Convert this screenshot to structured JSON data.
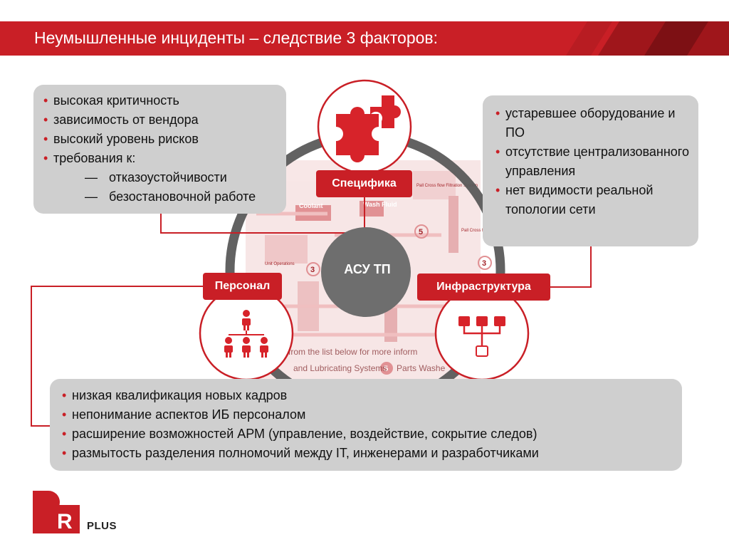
{
  "slide": {
    "title": "Неумышленные инциденты – следствие 3 факторов:"
  },
  "colors": {
    "accent": "#c91f26",
    "box_fill": "#cfcfcf",
    "ring": "#5a5a5a",
    "center": "#6e6e6e"
  },
  "center": {
    "label": "АСУ ТП"
  },
  "factors": {
    "specifics": {
      "label": "Специфика",
      "icon": "puzzle-icon",
      "items": [
        "высокая критичность",
        "зависимость от вендора",
        "высокий уровень рисков",
        "требования к:"
      ],
      "subitems": [
        "отказоустойчивости",
        "безостановочной работе"
      ]
    },
    "infrastructure": {
      "label": "Инфраструктура",
      "icon": "network-icon",
      "items": [
        "устаревшее оборудование и ПО",
        "отсутствие централизованного управления",
        "нет видимости реальной топологии сети"
      ]
    },
    "personnel": {
      "label": "Персонал",
      "icon": "people-icon",
      "items": [
        "низкая квалификация новых кадров",
        "непонимание аспектов ИБ персоналом",
        "расширение возможностей АРМ (управление, воздействие, сокрытие следов)",
        "размытость разделения полномочий между IT, инженерами и разработчиками"
      ]
    }
  },
  "background_image": {
    "labels": [
      "Coolant",
      "Wash Fluid",
      "Pall Cross flow Filtration System",
      "Unit Operations",
      "Pall Cross flow Filtration System"
    ],
    "caption_lines": [
      "from the list below for more inform",
      "and Lubricating Systems",
      "Parts Washe"
    ],
    "numbers": [
      "3",
      "5",
      "3",
      "5"
    ]
  },
  "logo": {
    "text": "PLUS",
    "letter": "R"
  }
}
